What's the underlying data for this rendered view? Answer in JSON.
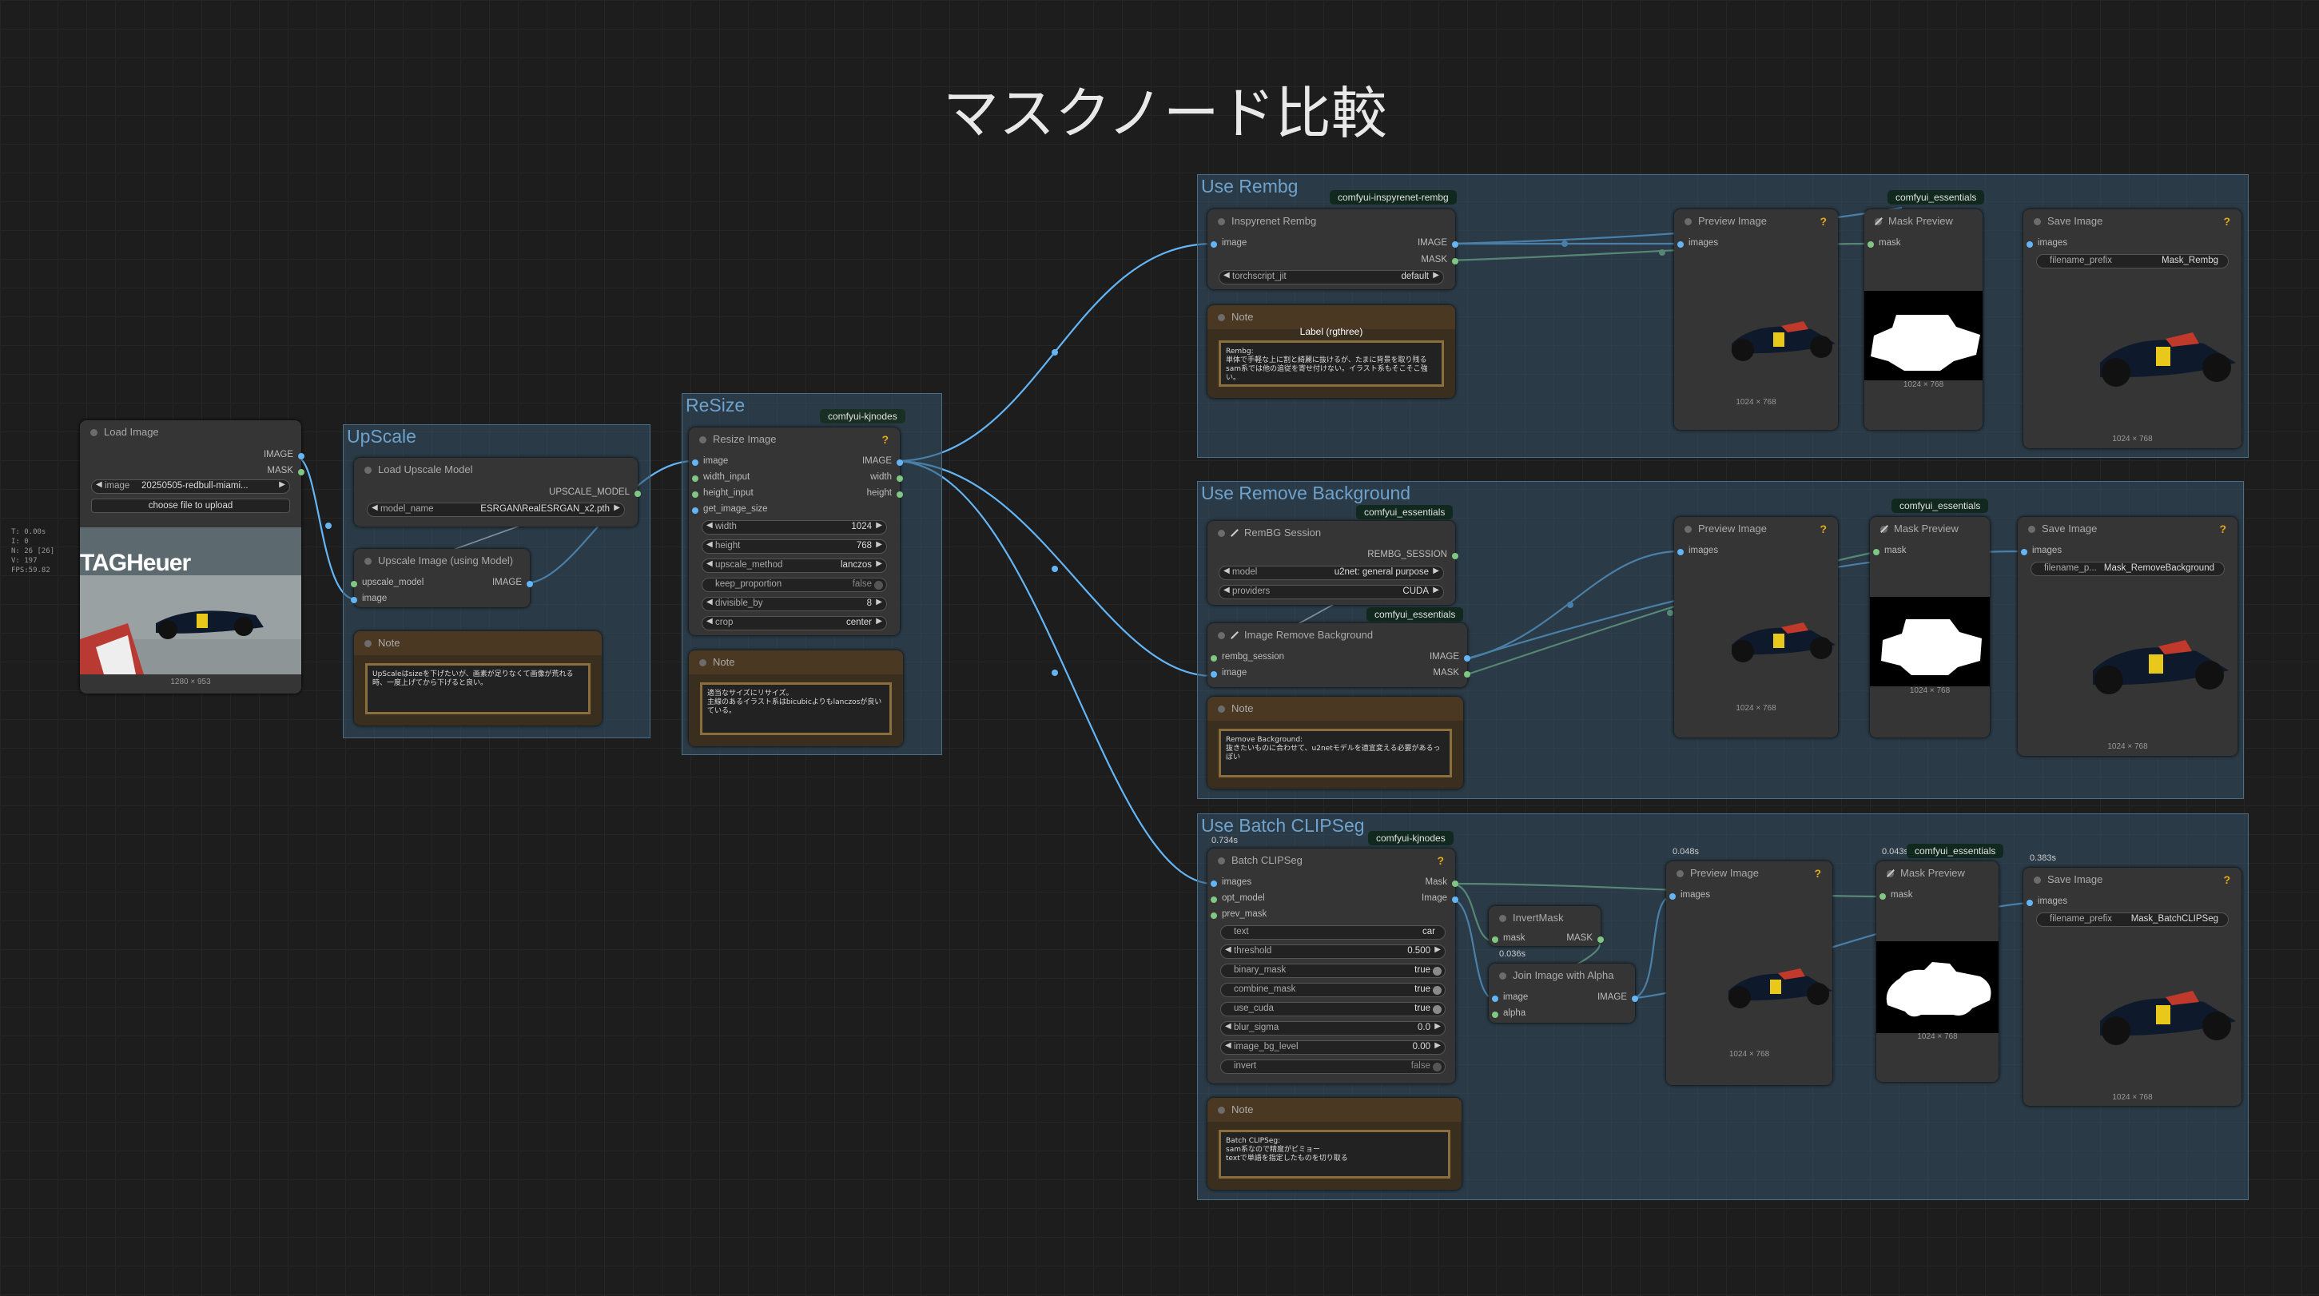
{
  "title": "マスクノード比較",
  "stats": [
    "T: 0.00s",
    "I: 0",
    "N: 26 [26]",
    "V: 197",
    "FPS:59.82"
  ],
  "groups": {
    "upscale": "UpScale",
    "resize": "ReSize",
    "rembg": "Use Rembg",
    "remove_bg": "Use Remove Background",
    "clipseg": "Use Batch CLIPSeg"
  },
  "load_image": {
    "title": "Load Image",
    "out_image": "IMAGE",
    "out_mask": "MASK",
    "widget_label": "image",
    "widget_value": "20250505-redbull-miami...",
    "upload_button": "choose file to upload",
    "caption": "1280 × 953",
    "image_text": "TAGHeuer"
  },
  "load_upscale_model": {
    "title": "Load Upscale Model",
    "out": "UPSCALE_MODEL",
    "widget_label": "model_name",
    "widget_value": "ESRGAN\\RealESRGAN_x2.pth"
  },
  "upscale_with_model": {
    "title": "Upscale Image (using Model)",
    "in_model": "upscale_model",
    "in_image": "image",
    "out": "IMAGE"
  },
  "note_upscale": {
    "title": "Note",
    "text": "UpScaleはsizeを下げたいが、画素が足りなくて画像が荒れる時、一度上げてから下げると良い。"
  },
  "resize_image": {
    "title": "Resize Image",
    "badge": "comfyui-kjnodes",
    "inputs": [
      "image",
      "width_input",
      "height_input",
      "get_image_size"
    ],
    "outputs": [
      "IMAGE",
      "width",
      "height"
    ],
    "widgets": [
      {
        "label": "width",
        "value": "1024"
      },
      {
        "label": "height",
        "value": "768"
      },
      {
        "label": "upscale_method",
        "value": "lanczos"
      },
      {
        "label": "keep_proportion",
        "value": "false"
      },
      {
        "label": "divisible_by",
        "value": "8"
      },
      {
        "label": "crop",
        "value": "center"
      }
    ]
  },
  "note_resize": {
    "title": "Note",
    "text": "適当なサイズにリサイズ。\n主線のあるイラスト系はbicubicよりもlanczosが良いている。"
  },
  "rembg": {
    "inspyrenet": {
      "title": "Inspyrenet Rembg",
      "badge": "comfyui-inspyrenet-rembg",
      "in": "image",
      "outputs": [
        "IMAGE",
        "MASK"
      ],
      "widget_label": "torchscript_jit",
      "widget_value": "default"
    },
    "note": {
      "title": "Note",
      "label": "Label (rgthree)",
      "text": "Rembg:\n単体で手軽な上に割と綺麗に抜けるが、たまに背景を取り残るsam系では他の追従を寄せ付けない。イラスト系もそこそこ強い。"
    },
    "preview": {
      "title": "Preview Image",
      "in": "images",
      "caption": "1024 × 768"
    },
    "mask_preview": {
      "title": "Mask Preview",
      "badge": "comfyui_essentials",
      "in": "mask",
      "caption": "1024 × 768"
    },
    "save": {
      "title": "Save Image",
      "in": "images",
      "widget_label": "filename_prefix",
      "widget_value": "Mask_Rembg",
      "caption": "1024 × 768"
    }
  },
  "removebg": {
    "session": {
      "title": "RemBG Session",
      "badge": "comfyui_essentials",
      "out": "REMBG_SESSION",
      "widgets": [
        {
          "label": "model",
          "value": "u2net: general purpose"
        },
        {
          "label": "providers",
          "value": "CUDA"
        }
      ]
    },
    "remove": {
      "title": "Image Remove Background",
      "badge": "comfyui_essentials",
      "inputs": [
        "rembg_session",
        "image"
      ],
      "outputs": [
        "IMAGE",
        "MASK"
      ]
    },
    "note": {
      "title": "Note",
      "text": "Remove Background:\n抜きたいものに合わせて、u2netモデルを適宜変える必要があるっぽい"
    },
    "preview": {
      "title": "Preview Image",
      "in": "images",
      "caption": "1024 × 768"
    },
    "mask_preview": {
      "title": "Mask Preview",
      "badge": "comfyui_essentials",
      "in": "mask",
      "caption": "1024 × 768"
    },
    "save": {
      "title": "Save Image",
      "in": "images",
      "widget_label": "filename_p...",
      "widget_value": "Mask_RemoveBackground",
      "caption": "1024 × 768"
    }
  },
  "clipseg": {
    "timing_group": "0.734s",
    "batch": {
      "title": "Batch CLIPSeg",
      "badge": "comfyui-kjnodes",
      "inputs": [
        "images",
        "opt_model",
        "prev_mask"
      ],
      "outputs": [
        "Mask",
        "Image"
      ],
      "widgets": [
        {
          "label": "text",
          "value": "car",
          "kind": "text"
        },
        {
          "label": "threshold",
          "value": "0.500",
          "kind": "num"
        },
        {
          "label": "binary_mask",
          "value": "true",
          "kind": "toggle"
        },
        {
          "label": "combine_mask",
          "value": "true",
          "kind": "toggle"
        },
        {
          "label": "use_cuda",
          "value": "true",
          "kind": "toggle"
        },
        {
          "label": "blur_sigma",
          "value": "0.0",
          "kind": "num"
        },
        {
          "label": "image_bg_level",
          "value": "0.00",
          "kind": "num"
        },
        {
          "label": "invert",
          "value": "false",
          "kind": "toggle"
        }
      ]
    },
    "invert": {
      "title": "InvertMask",
      "in": "mask",
      "out": "MASK",
      "timing": "0.036s"
    },
    "join": {
      "title": "Join Image with Alpha",
      "inputs": [
        "image",
        "alpha"
      ],
      "out": "IMAGE"
    },
    "note": {
      "title": "Note",
      "text": "Batch CLIPSeg:\nsam系なので精度がビミョー\ntextで単語を指定したものを切り取る"
    },
    "preview": {
      "title": "Preview Image",
      "in": "images",
      "caption": "1024 × 768",
      "timing": "0.048s"
    },
    "mask_preview": {
      "title": "Mask Preview",
      "badge": "comfyui_essentials",
      "in": "mask",
      "caption": "1024 × 768",
      "timing": "0.043s"
    },
    "save": {
      "title": "Save Image",
      "in": "images",
      "widget_label": "filename_prefix",
      "widget_value": "Mask_BatchCLIPSeg",
      "caption": "1024 × 768",
      "timing": "0.383s"
    }
  },
  "colors": {
    "link_image": "#64b5f6",
    "link_mask": "#81c784",
    "group_title": "#6ea2cc",
    "help": "#e6a817"
  }
}
